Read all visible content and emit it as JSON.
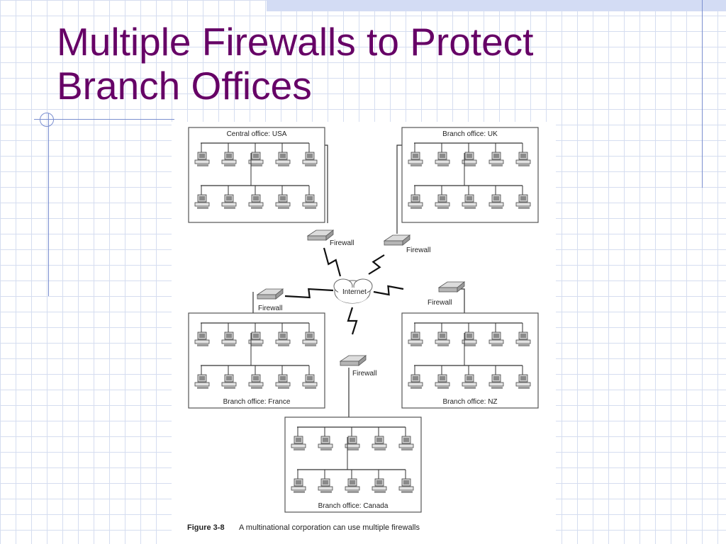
{
  "slide": {
    "title": "Multiple Firewalls to Protect Branch Offices"
  },
  "diagram": {
    "offices": [
      {
        "id": "usa",
        "label": "Central office: USA"
      },
      {
        "id": "uk",
        "label": "Branch office: UK"
      },
      {
        "id": "france",
        "label": "Branch office: France"
      },
      {
        "id": "nz",
        "label": "Branch office: NZ"
      },
      {
        "id": "canada",
        "label": "Branch office: Canada"
      }
    ],
    "firewall_label": "Firewall",
    "internet_label": "Internet",
    "caption_number": "Figure 3-8",
    "caption_text": "A multinational corporation can use multiple firewalls"
  }
}
